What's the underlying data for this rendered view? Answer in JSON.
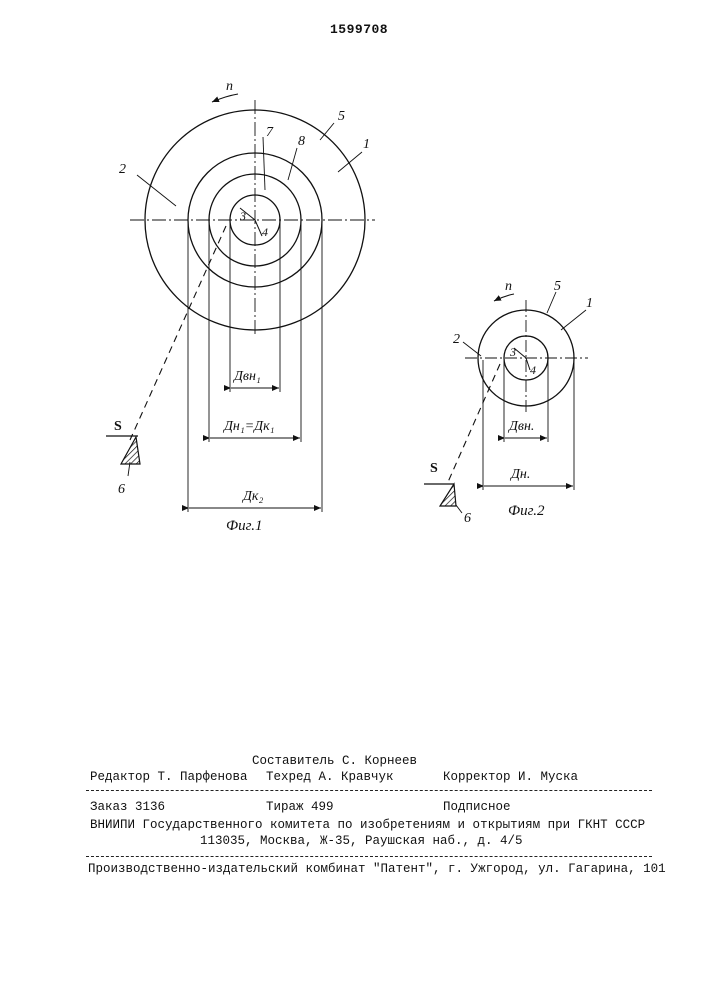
{
  "patent_number": "1599708",
  "figure1": {
    "rotation_label": "n",
    "labels": [
      "1",
      "2",
      "3",
      "4",
      "5",
      "6",
      "7",
      "8"
    ],
    "feed_label": "S",
    "dim_inner": "Двн₁",
    "dim_middle": "Дн₁=Дк₁",
    "dim_outer": "Дк₂",
    "caption": "Фиг.1"
  },
  "figure2": {
    "rotation_label": "n",
    "labels": [
      "1",
      "2",
      "3",
      "4",
      "5",
      "6"
    ],
    "feed_label": "S",
    "dim_inner": "Двн.",
    "dim_outer": "Дн.",
    "caption": "Фиг.2"
  },
  "imprint": {
    "compiler": "Составитель С. Корнеев",
    "editor": "Редактор Т. Парфенова",
    "tech_editor": "Техред А. Кравчук",
    "corrector": "Корректор И. Муска",
    "order": "Заказ 3136",
    "circulation": "Тираж 499",
    "subscription": "Подписное",
    "institute_line1": "ВНИИПИ Государственного комитета по изобретениям и открытиям при ГКНТ СССР",
    "institute_line2": "113035, Москва, Ж-35, Раушская наб., д. 4/5",
    "publisher": "Производственно-издательский комбинат \"Патент\", г. Ужгород, ул. Гагарина, 101"
  }
}
